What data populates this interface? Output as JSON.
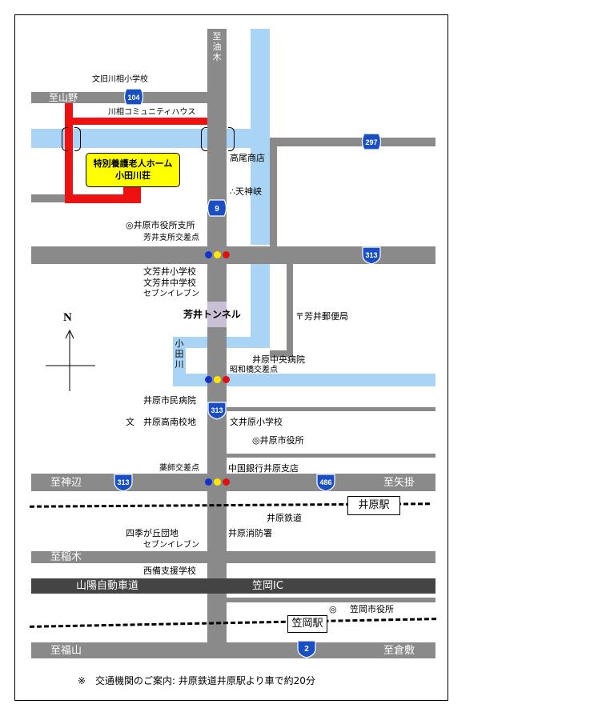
{
  "map": {
    "places": {
      "school_kawai": "文旧川相小学校",
      "community_house": "川相コミュニティハウス",
      "home_line1": "特別養護老人ホーム",
      "home_line2": "小田川荘",
      "takao_shop": "高尾商店",
      "tenjinkyo": "∴天神峡",
      "city_branch": "◎井原市役所支所",
      "yoshii_branch_cross": "芳井支所交差点",
      "yoshii_elem": "文芳井小学校",
      "yoshii_junior": "文芳井中学校",
      "seven_eleven_1": "セブンイレブン",
      "tunnel": "芳井トンネル",
      "post_office": "〒芳井郵便局",
      "central_hospital": "井原中央病院",
      "showabashi_cross": "昭和橋交差点",
      "city_hospital": "井原市民病院",
      "minami_high_mark": "文",
      "minami_high": "井原高南校地",
      "ibara_elem": "文井原小学校",
      "city_hall": "◎井原市役所",
      "yakushi_cross": "薬師交差点",
      "chugoku_bank": "中国銀行井原支店",
      "ibara_railway": "井原鉄道",
      "shikigaoka": "四季が丘団地",
      "fire_station": "井原消防署",
      "seven_eleven_2": "セブンイレブン",
      "saibi_school": "西備支援学校",
      "kasaoka_city_hall_mark": "◎",
      "kasaoka_city_hall": "笠岡市役所"
    },
    "directions": {
      "to_yuki": "至油木",
      "to_yamano": "至山野",
      "to_kannabe": "至神辺",
      "to_yakake": "至矢掛",
      "to_inaki": "至稲木",
      "to_fukuyama": "至福山",
      "to_kurashiki": "至倉敷"
    },
    "expressway": {
      "name": "山陽自動車道",
      "ic": "笠岡IC"
    },
    "river_name": "小田川",
    "stations": {
      "ibara": "井原駅",
      "kasaoka": "笠岡駅"
    },
    "shields": {
      "r104": "104",
      "r297": "297",
      "r9": "9",
      "r313_a": "313",
      "r313_b": "313",
      "r313_c": "313",
      "r486": "486",
      "r2": "2"
    },
    "compass": "N",
    "footer": "※　交通機関のご案内: 井原鉄道井原駅より車で約20分",
    "colors": {
      "road": "#8a8a8a",
      "river": "#a9d4f6",
      "route": "#ee1111",
      "expressway": "#444444",
      "facility_box": "#ffff00",
      "tunnel": "#c9bfd6",
      "shield": "#1a4fc4"
    }
  }
}
